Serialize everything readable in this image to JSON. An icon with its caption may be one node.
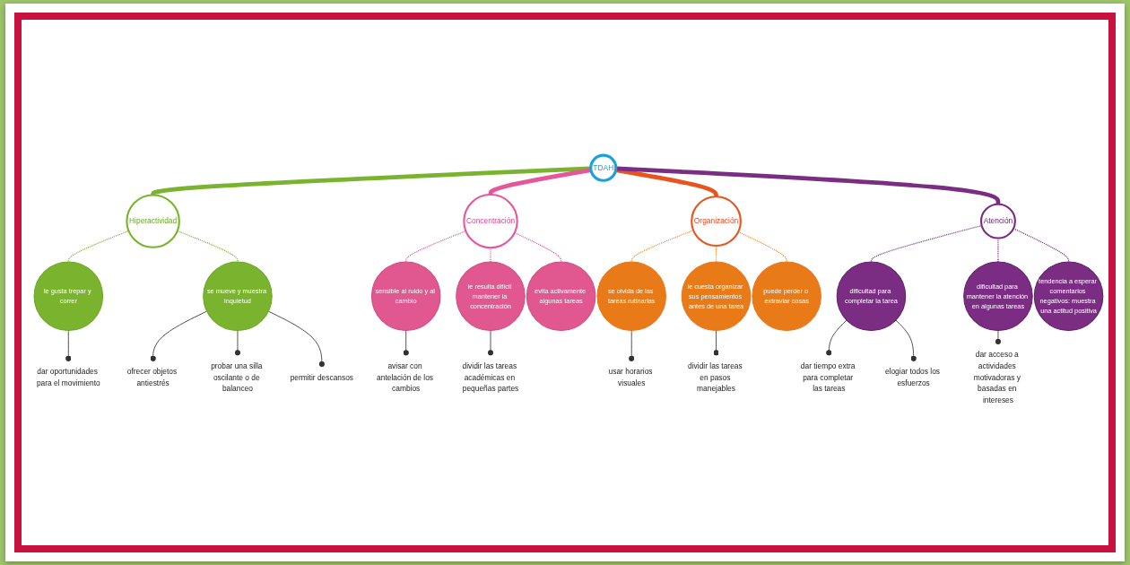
{
  "diagram": {
    "nodes": [
      {
        "text": [
          "TDAH"
        ]
      },
      {
        "text": [
          "Hiperactividad"
        ]
      },
      {
        "text": [
          "le gusta trepar y correr"
        ]
      },
      {
        "text": [
          "dar oportunidades para el movimiento"
        ]
      },
      {
        "text": [
          "se mueve y muestra inquietud"
        ]
      },
      {
        "text": [
          "ofrecer objetos antiestrés"
        ]
      },
      {
        "text": [
          "probar una silla oscilante o de balanceo"
        ]
      },
      {
        "text": [
          "permitir descansos"
        ]
      },
      {
        "text": [
          "Concentración"
        ]
      },
      {
        "text": [
          "sensible al ruido y al cambio"
        ]
      },
      {
        "text": [
          "avisar con antelación de los cambios"
        ]
      },
      {
        "text": [
          "le resulta difícil mantener la concentración"
        ]
      },
      {
        "text": [
          "dividir las tareas académicas en pequeñas partes"
        ]
      },
      {
        "text": [
          "evita activamente algunas tareas"
        ]
      },
      {
        "text": [
          "Organización"
        ]
      },
      {
        "text": [
          "se olvida de las tareas rutinarias"
        ]
      },
      {
        "text": [
          "usar horarios visuales"
        ]
      },
      {
        "text": [
          "le cuesta organizar sus pensamientos antes de una tarea"
        ]
      },
      {
        "text": [
          "dividir las tareas en pasos manejables"
        ]
      },
      {
        "text": [
          "puede perder o extraviar cosas"
        ]
      },
      {
        "text": [
          "Atención"
        ]
      },
      {
        "text": [
          "dificultad para completar la tarea"
        ]
      },
      {
        "text": [
          "dar tiempo extra para completar las tareas"
        ]
      },
      {
        "text": [
          "elogiar todos los esfuerzos"
        ]
      },
      {
        "text": [
          "dificultad para mantener la atención en algunas tareas"
        ]
      },
      {
        "text": [
          "dar acceso a actividades motivadoras y basadas en intereses"
        ]
      },
      {
        "text": [
          "tendencia a esperar comentarios negativos: muestra una actitud positiva"
        ]
      }
    ],
    "edges": [
      {
        "from": 0,
        "to": 1,
        "arrow": "none",
        "style": "thick",
        "color": "#7ab32e"
      },
      {
        "from": 0,
        "to": 8,
        "arrow": "none",
        "style": "thick",
        "color": "#e5569a"
      },
      {
        "from": 0,
        "to": 14,
        "arrow": "none",
        "style": "thick",
        "color": "#e8541d"
      },
      {
        "from": 0,
        "to": 20,
        "arrow": "none",
        "style": "thick",
        "color": "#7b2d84"
      },
      {
        "from": 1,
        "to": 2,
        "arrow": "none",
        "style": "dashed",
        "color": "#7ab32e"
      },
      {
        "from": 1,
        "to": 4,
        "arrow": "none",
        "style": "dashed",
        "color": "#7ab32e"
      },
      {
        "from": 2,
        "to": 3,
        "arrow": "other"
      },
      {
        "from": 4,
        "to": 5,
        "arrow": "other"
      },
      {
        "from": 4,
        "to": 6,
        "arrow": "other"
      },
      {
        "from": 4,
        "to": 7,
        "arrow": "other"
      },
      {
        "from": 8,
        "to": 9,
        "arrow": "none",
        "style": "dashed",
        "color": "#e5569a"
      },
      {
        "from": 8,
        "to": 11,
        "arrow": "none",
        "style": "dashed",
        "color": "#e5569a"
      },
      {
        "from": 8,
        "to": 13,
        "arrow": "none",
        "style": "dashed",
        "color": "#e5569a"
      },
      {
        "from": 9,
        "to": 10,
        "arrow": "other"
      },
      {
        "from": 11,
        "to": 12,
        "arrow": "other"
      },
      {
        "from": 14,
        "to": 15,
        "arrow": "none",
        "style": "dashed",
        "color": "#f08a24"
      },
      {
        "from": 14,
        "to": 17,
        "arrow": "none",
        "style": "dashed",
        "color": "#f08a24"
      },
      {
        "from": 14,
        "to": 19,
        "arrow": "none",
        "style": "dashed",
        "color": "#f08a24"
      },
      {
        "from": 15,
        "to": 16,
        "arrow": "other"
      },
      {
        "from": 17,
        "to": 18,
        "arrow": "other"
      },
      {
        "from": 20,
        "to": 21,
        "arrow": "none",
        "style": "dashed",
        "color": "#7b2d84"
      },
      {
        "from": 20,
        "to": 24,
        "arrow": "none",
        "style": "dashed",
        "color": "#7b2d84"
      },
      {
        "from": 20,
        "to": 26,
        "arrow": "none",
        "style": "dashed",
        "color": "#7b2d84"
      },
      {
        "from": 21,
        "to": 22,
        "arrow": "other"
      },
      {
        "from": 21,
        "to": 23,
        "arrow": "other"
      },
      {
        "from": 24,
        "to": 25,
        "arrow": "other"
      }
    ]
  }
}
